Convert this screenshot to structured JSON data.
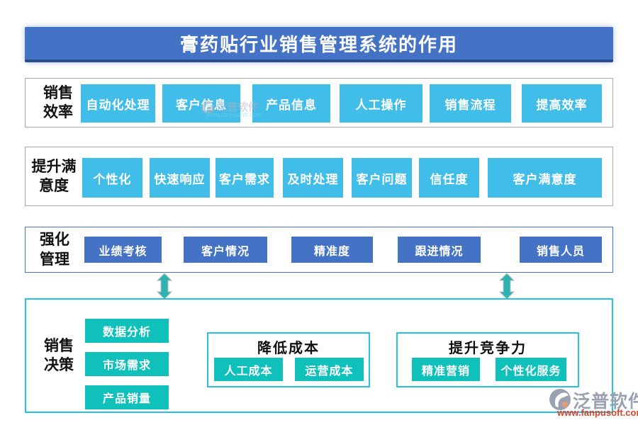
{
  "title": "膏药贴行业销售管理系统的作用",
  "colors": {
    "title_bar": "#4472C4",
    "sky_button": "#41bde9",
    "blue_button": "#4472C4",
    "teal_button": "#10c0ba",
    "cyan_border": "#22c3e8",
    "arrow": "#2fb3b0"
  },
  "row_efficiency": {
    "label": "销售\n效率",
    "items": [
      "自动化处理",
      "客户信息",
      "产品信息",
      "人工操作",
      "销售流程",
      "提高效率"
    ]
  },
  "row_satisfaction": {
    "label": "提升满\n意度",
    "items": [
      "个性化",
      "快速响应",
      "客户需求",
      "及时处理",
      "客户问题",
      "信任度",
      "客户满意度"
    ]
  },
  "row_management": {
    "label": "强化\n管理",
    "items": [
      "业绩考核",
      "客户情况",
      "精准度",
      "跟进情况",
      "销售人员"
    ]
  },
  "row_decision": {
    "label": "销售\n决策",
    "stack_items": [
      "数据分析",
      "市场需求",
      "产品销量"
    ],
    "cost_group": {
      "title": "降低成本",
      "items": [
        "人工成本",
        "运营成本"
      ]
    },
    "competitive_group": {
      "title": "提升竞争力",
      "items": [
        "精准营销",
        "个性化服务"
      ]
    }
  },
  "logo": {
    "name": "泛普软件",
    "url": "www.fanpusoft.com"
  },
  "watermark": {
    "name": "泛普软件",
    "url": "www.fanpusoft.com"
  }
}
